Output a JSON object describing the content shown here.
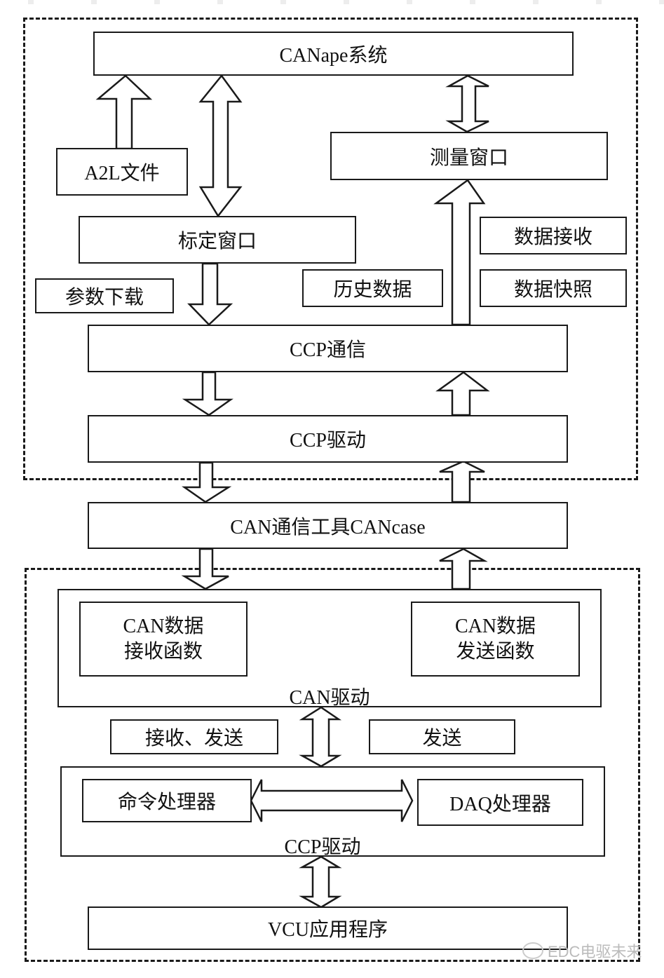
{
  "diagram": {
    "title": "",
    "upper_group": {
      "canape_system": "CANape系统",
      "a2l_file": "A2L文件",
      "measurement_window": "测量窗口",
      "calibration_window": "标定窗口",
      "data_receive": "数据接收",
      "history_data": "历史数据",
      "data_snapshot": "数据快照",
      "param_download": "参数下载",
      "ccp_communication": "CCP通信",
      "ccp_driver": "CCP驱动"
    },
    "middle": {
      "can_tool": "CAN通信工具CANcase"
    },
    "lower_group": {
      "can_driver_caption": "CAN驱动",
      "can_receive_fn": [
        "CAN数据",
        "接收函数"
      ],
      "can_send_fn": [
        "CAN数据",
        "发送函数"
      ],
      "receive_send": "接收、发送",
      "send": "发送",
      "ccp_driver_caption": "CCP驱动",
      "command_processor": "命令处理器",
      "daq_processor": "DAQ处理器",
      "vcu_app": "VCU应用程序"
    },
    "connections": [
      {
        "from": "A2L文件",
        "to": "CANape系统",
        "type": "one-way"
      },
      {
        "from": "CANape系统",
        "to": "标定窗口",
        "type": "two-way"
      },
      {
        "from": "CANape系统",
        "to": "测量窗口",
        "type": "two-way"
      },
      {
        "from": "CCP通信",
        "to": "测量窗口",
        "type": "one-way"
      },
      {
        "from": "标定窗口",
        "to": "CCP通信",
        "type": "one-way"
      },
      {
        "from": "CCP通信",
        "to": "CCP驱动",
        "type": "one-way"
      },
      {
        "from": "CCP驱动",
        "to": "CCP通信",
        "type": "one-way"
      },
      {
        "from": "CCP驱动",
        "to": "CAN通信工具CANcase",
        "type": "one-way"
      },
      {
        "from": "CAN通信工具CANcase",
        "to": "CCP驱动",
        "type": "one-way"
      },
      {
        "from": "CAN通信工具CANcase",
        "to": "CAN驱动",
        "type": "one-way"
      },
      {
        "from": "CAN驱动",
        "to": "CAN通信工具CANcase",
        "type": "one-way"
      },
      {
        "from": "CAN驱动",
        "to": "CCP驱动",
        "type": "two-way"
      },
      {
        "from": "命令处理器",
        "to": "DAQ处理器",
        "type": "two-way"
      },
      {
        "from": "CCP驱动",
        "to": "VCU应用程序",
        "type": "two-way"
      }
    ],
    "watermark": "EDC电驱未来"
  }
}
